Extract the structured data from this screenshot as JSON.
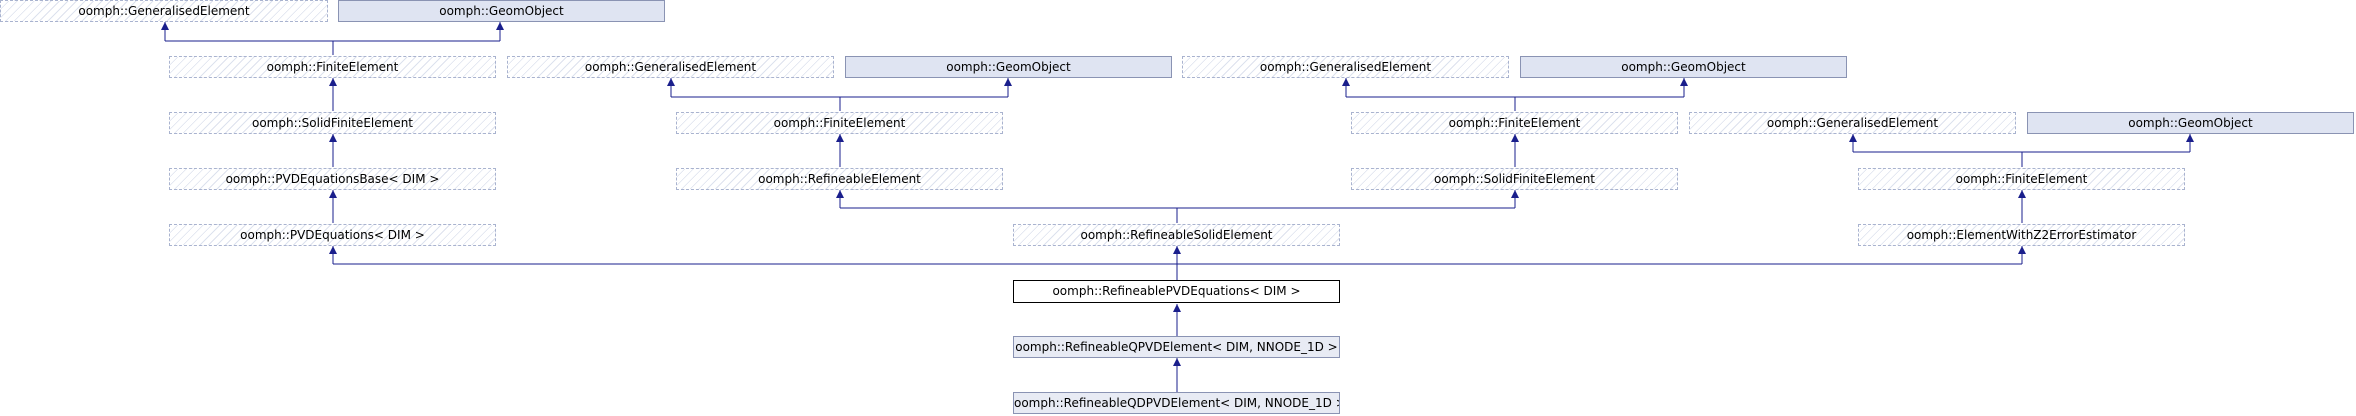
{
  "nodes": {
    "n_ge_top": "oomph::GeneralisedElement",
    "n_go_top": "oomph::GeomObject",
    "n_fe_left": "oomph::FiniteElement",
    "n_ge_mid": "oomph::GeneralisedElement",
    "n_go_mid": "oomph::GeomObject",
    "n_ge_right": "oomph::GeneralisedElement",
    "n_go_right": "oomph::GeomObject",
    "n_sfe_left": "oomph::SolidFiniteElement",
    "n_fe_mid": "oomph::FiniteElement",
    "n_fe_right": "oomph::FiniteElement",
    "n_ge_far": "oomph::GeneralisedElement",
    "n_go_far": "oomph::GeomObject",
    "n_pvdbase": "oomph::PVDEquationsBase< DIM >",
    "n_refel": "oomph::RefineableElement",
    "n_sfe_right": "oomph::SolidFiniteElement",
    "n_fe_far": "oomph::FiniteElement",
    "n_pvd": "oomph::PVDEquations< DIM >",
    "n_refsolid": "oomph::RefineableSolidElement",
    "n_zz": "oomph::ElementWithZ2ErrorEstimator",
    "n_refpvd": "oomph::RefineablePVDEquations< DIM >",
    "n_refqpvd": "oomph::RefineableQPVDElement< DIM, NNODE_1D >",
    "n_refqdpvd": "oomph::RefineableQDPVDElement< DIM, NNODE_1D >"
  },
  "colors": {
    "edge": "#1a1f8c",
    "hatched_border": "#a9b3cf",
    "geom_fill": "#dfe4f2"
  }
}
